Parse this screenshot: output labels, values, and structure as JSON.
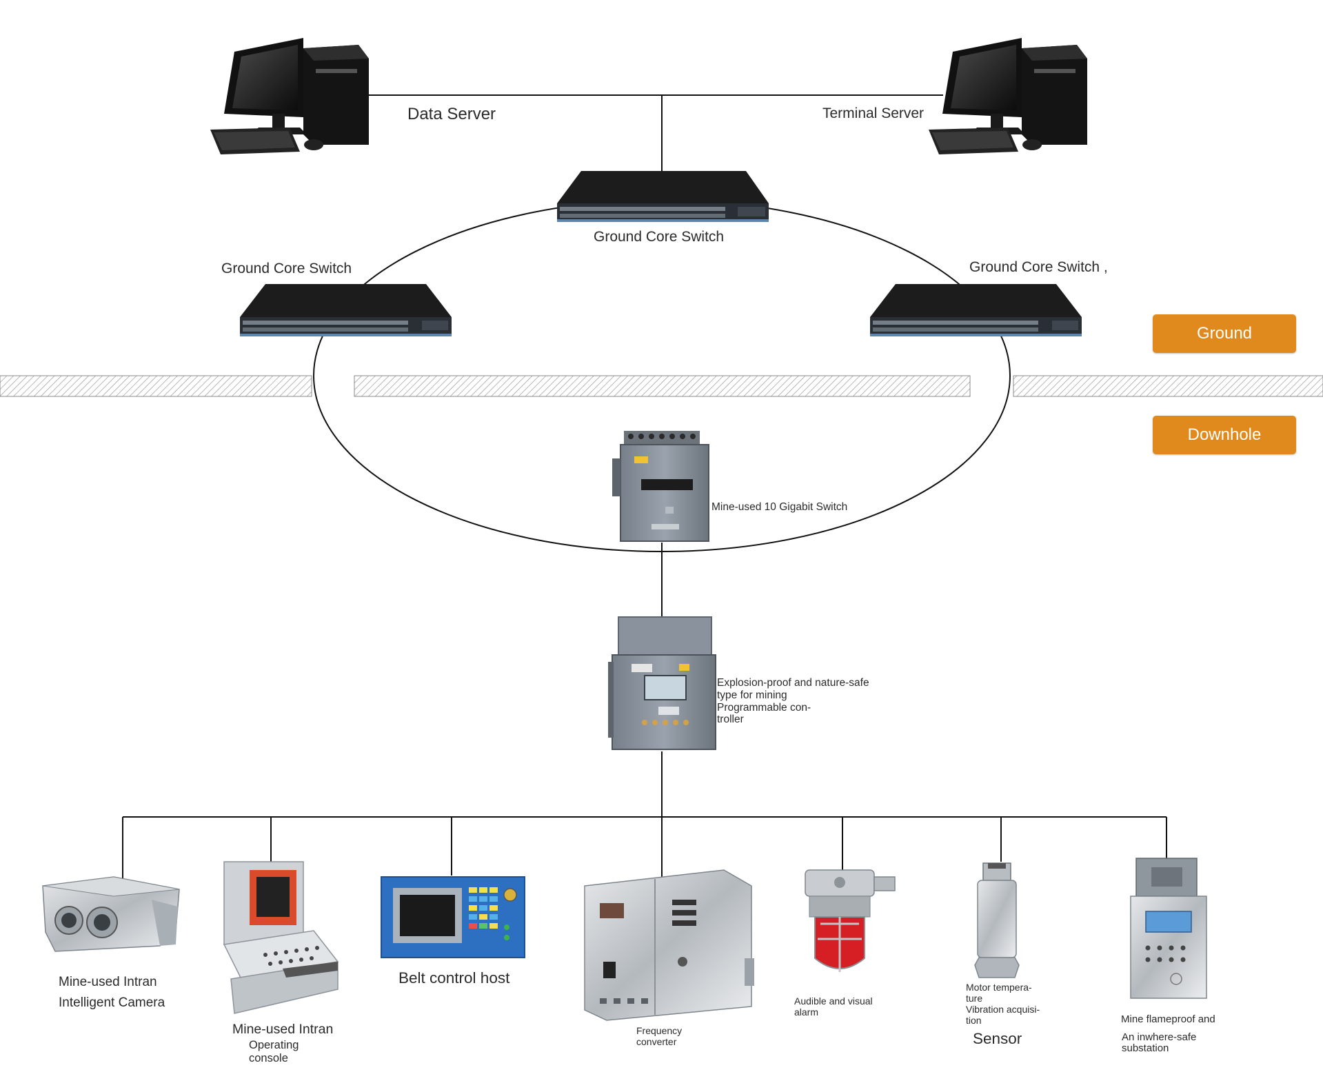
{
  "zones": {
    "ground_label": "Ground",
    "downhole_label": "Downhole",
    "accent_color": "#e08a1e"
  },
  "nodes": {
    "data_server": "Data Server",
    "terminal_server": "Terminal Server",
    "core_switch_top": "Ground Core Switch",
    "core_switch_left": "Ground Core Switch",
    "core_switch_right": "Ground Core Switch ,",
    "mine_switch": "Mine-used 10 Gigabit Switch",
    "plc": "Explosion-proof and nature-safe\ntype for mining\nProgrammable con-\ntroller"
  },
  "devices": {
    "camera": "Mine-used Intran\nIntelligent Camera",
    "console_title": "Mine-used Intran",
    "console_sub": "Operating\nconsole",
    "belt_host": "Belt control host",
    "converter": "Frequency\nconverter",
    "alarm": "Audible and visual\nalarm",
    "sensor_desc": "Motor tempera-\nture\nVibration acquisi-\ntion",
    "sensor_title": "Sensor",
    "substation_title": "Mine flameproof and",
    "substation_sub": "An inwhere-safe\nsubstation"
  },
  "icons": [
    "desktop-computer-icon",
    "network-switch-icon",
    "mine-switch-icon",
    "plc-cabinet-icon",
    "camera-icon",
    "console-icon",
    "belt-host-icon",
    "converter-icon",
    "alarm-icon",
    "sensor-icon",
    "substation-icon"
  ]
}
